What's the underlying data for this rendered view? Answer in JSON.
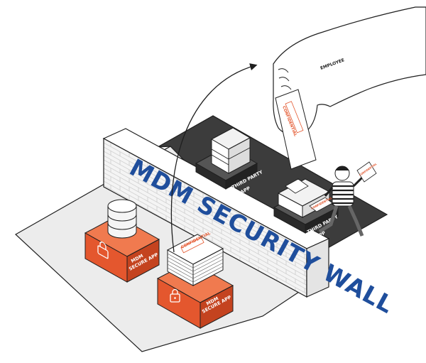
{
  "wall": {
    "title": "MDM SECURITY WALL"
  },
  "secure_boxes": [
    {
      "line1": "MDM",
      "line2": "SECURE APP"
    },
    {
      "line1": "MDM",
      "line2": "SECURE APP"
    }
  ],
  "third_party": [
    {
      "line1": "THIRD PARTY",
      "line2": "APP"
    },
    {
      "line1": "THIRD PARTY",
      "line2": "APP"
    }
  ],
  "stamps": {
    "doc_stack": "CONFIDENTIAL",
    "hand_paper": "CONFIDENTIAL",
    "thief_paper": "CONFIDENTIAL",
    "printer_paper": "CONFIDENTIAL"
  },
  "hand": {
    "label": "EMPLOYEE"
  },
  "colors": {
    "secure_orange": "#e4572e",
    "secure_orange_dark": "#c4431f",
    "wall_brick": "#f4f4f4",
    "wall_title": "#1f4e9c",
    "dark_floor": "#3c3c3c",
    "light_floor": "#ededed",
    "outline": "#1f1f1f"
  },
  "icons": [
    "lock-icon",
    "database-icon",
    "printer-icon",
    "document-stack-icon",
    "hand-icon",
    "thief-figure-icon",
    "arrow-icon"
  ]
}
